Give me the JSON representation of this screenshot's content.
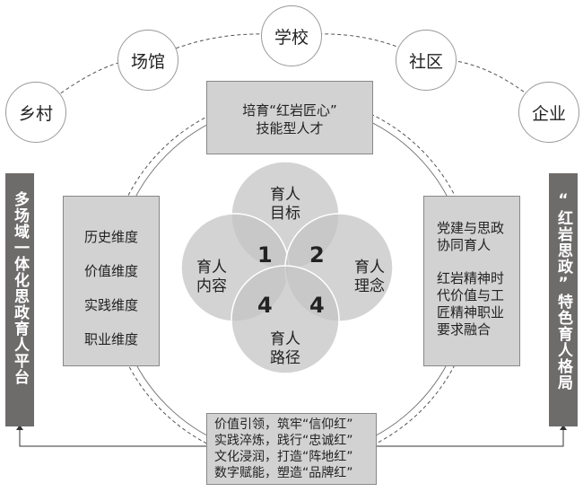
{
  "nodes": [
    "乡村",
    "场馆",
    "学校",
    "社区",
    "企业"
  ],
  "top_box": {
    "line1": "培育“红岩匠心”",
    "line2": "技能型人才"
  },
  "left_box": [
    "历史维度",
    "价值维度",
    "实践维度",
    "职业维度"
  ],
  "right_box": {
    "para1": "党建与思政协同育人",
    "para2": "红岩精神时代价值与工匠精神职业要求融合"
  },
  "bottom_box": [
    "价值引领，筑牢“信仰红”",
    "实践淬炼，践行“忠诚红”",
    "文化浸润，打造“阵地红”",
    "数字赋能，塑造“品牌红”"
  ],
  "left_bar": "多场域一体化思政育人平台",
  "right_bar": "“红岩思政”特色育人格局",
  "venn": {
    "top": "育人目标",
    "left": "育人内容",
    "right": "育人理念",
    "bottom": "育人路径",
    "numbers": [
      "1",
      "2",
      "4",
      "4"
    ]
  }
}
